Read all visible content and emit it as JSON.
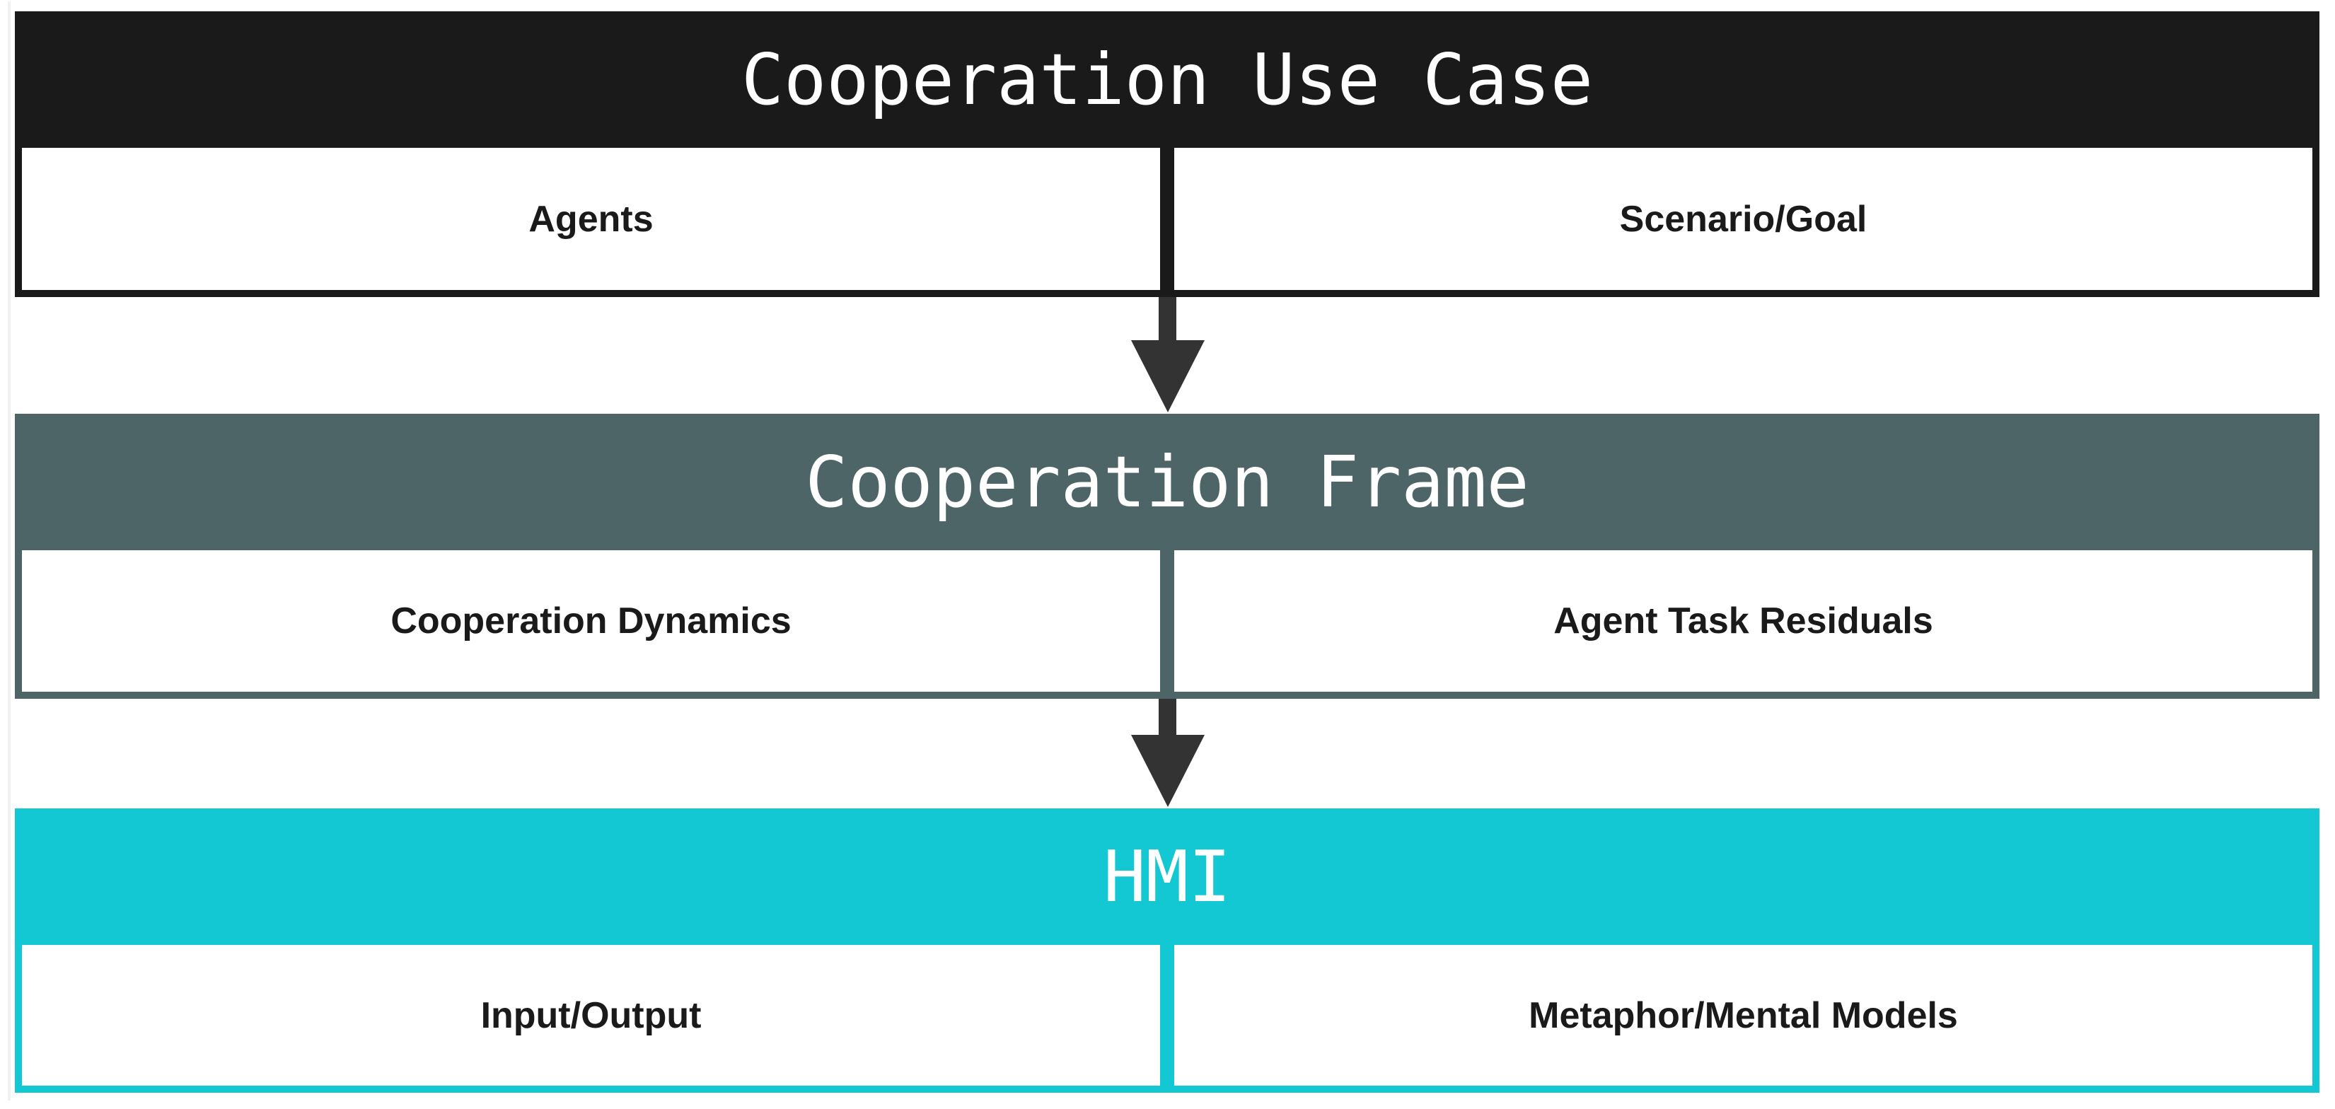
{
  "page": {
    "background": "#ffffff",
    "edge_line_color": "#f0f1f3"
  },
  "diagram": {
    "cell_bg": "#ffffff",
    "cell_text_color": "#1a1a1a",
    "title_text_color": "#ffffff",
    "arrow_color": "#333333",
    "blocks": [
      {
        "title": "Cooperation Use Case",
        "header_bg": "#1a1a1a",
        "cells": [
          {
            "label": "Agents"
          },
          {
            "label": "Scenario/Goal"
          }
        ]
      },
      {
        "title": "Cooperation Frame",
        "header_bg": "#4d6566",
        "cells": [
          {
            "label": "Cooperation Dynamics"
          },
          {
            "label": "Agent Task Residuals"
          }
        ]
      },
      {
        "title": "HMI",
        "header_bg": "#13c8d2",
        "cells": [
          {
            "label": "Input/Output"
          },
          {
            "label": "Metaphor/Mental Models"
          }
        ]
      }
    ]
  }
}
